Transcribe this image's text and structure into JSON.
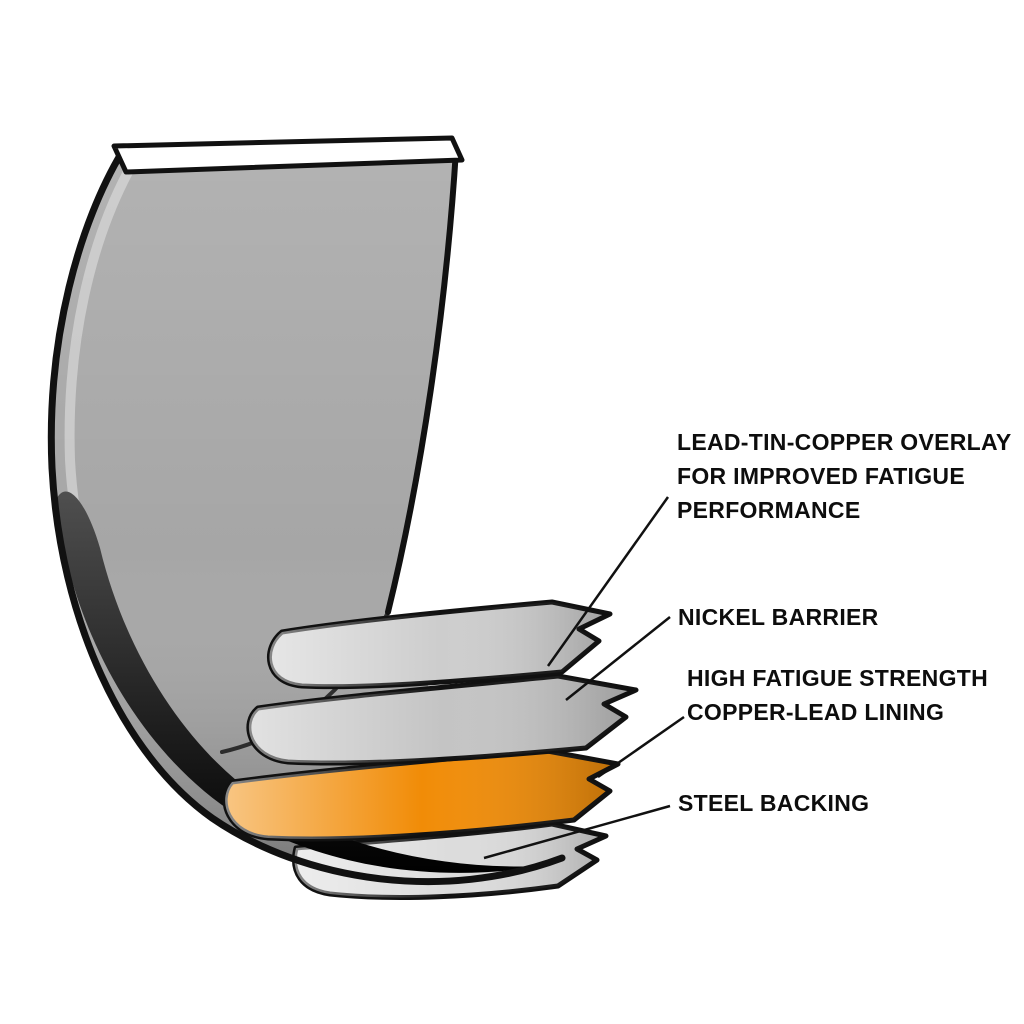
{
  "diagram": {
    "subject": "engine-bearing-layer-cutaway",
    "layers": [
      {
        "id": "lead-tin-copper-overlay",
        "label": "LEAD-TIN-COPPER OVERLAY\nFOR IMPROVED FATIGUE\nPERFORMANCE"
      },
      {
        "id": "nickel-barrier",
        "label": "NICKEL BARRIER"
      },
      {
        "id": "copper-lead-lining",
        "label": "HIGH FATIGUE STRENGTH\nCOPPER-LEAD LINING"
      },
      {
        "id": "steel-backing",
        "label": "STEEL BACKING"
      }
    ],
    "colors": {
      "background": "#FFFFFF",
      "outline": "#111111",
      "shell_gray": "#A6A6A6",
      "overlay_gray": "#CDCDCD",
      "nickel_gray": "#C4C4C4",
      "copper_lead_orange": "#F18C07",
      "steel_gray": "#DCDCDC",
      "rim_white": "#FFFFFF",
      "label_text": "#0D0D0D"
    }
  }
}
